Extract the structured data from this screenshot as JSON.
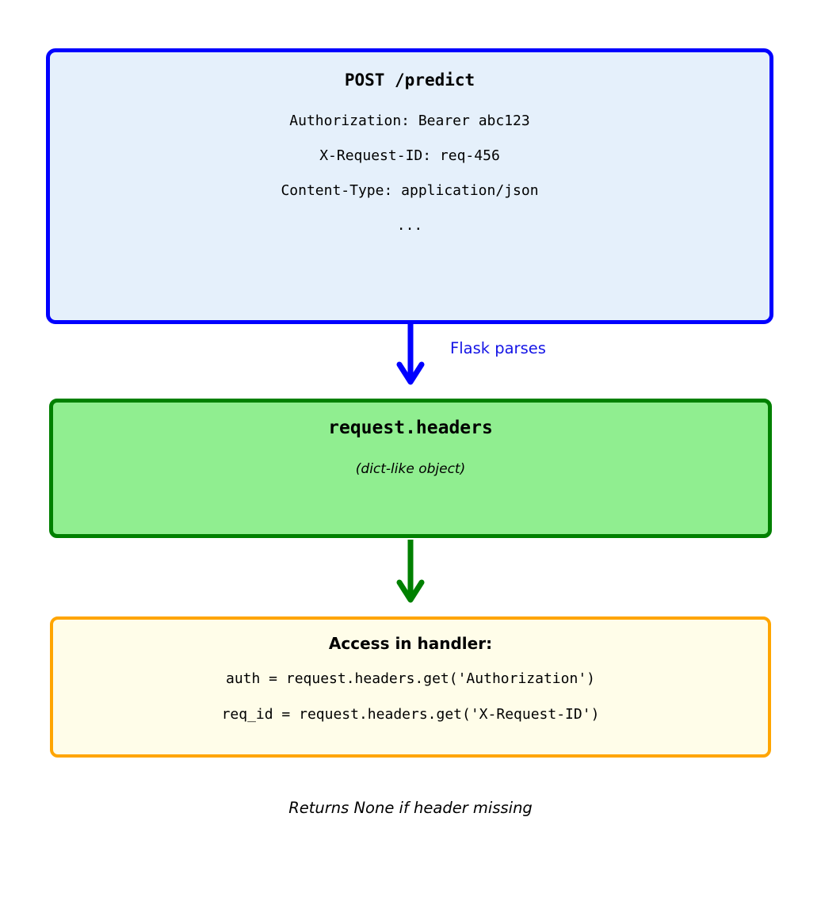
{
  "request_box": {
    "title": "POST /predict",
    "lines": [
      "Authorization: Bearer abc123",
      "X-Request-ID: req-456",
      "Content-Type: application/json",
      "..."
    ],
    "fill": "#e5f0fb",
    "border": "#0000ff"
  },
  "arrow1": {
    "label": "Flask parses",
    "color": "#0000ff",
    "label_color": "#1414e6"
  },
  "headers_box": {
    "title": "request.headers",
    "subtitle": "(dict-like object)",
    "fill": "#90ee90",
    "border": "#008000"
  },
  "arrow2": {
    "color": "#008000"
  },
  "handler_box": {
    "title": "Access in handler:",
    "code_lines": [
      "auth = request.headers.get('Authorization')",
      "req_id = request.headers.get('X-Request-ID')"
    ],
    "fill": "#fffde9",
    "border": "#ffa500"
  },
  "footnote": "Returns None if header missing"
}
